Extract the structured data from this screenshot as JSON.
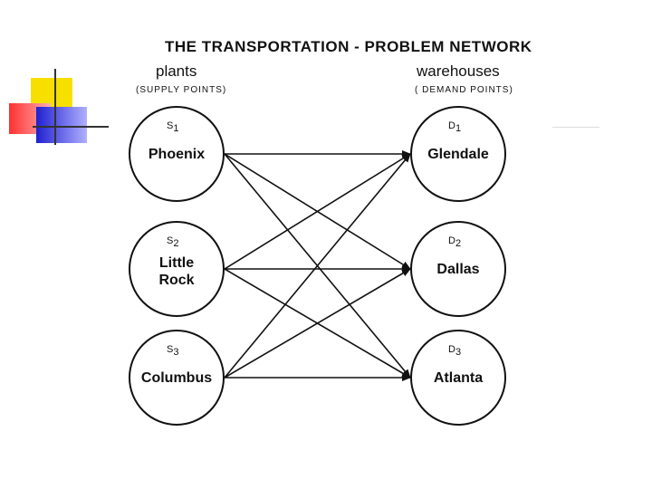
{
  "title": "THE TRANSPORTATION - PROBLEM NETWORK",
  "plants": {
    "label": "plants",
    "sub": "(SUPPLY POINTS)"
  },
  "warehouses": {
    "label": "warehouses",
    "sub": "( DEMAND POINTS)"
  },
  "sources": [
    {
      "code": "S",
      "index": "1",
      "name": "Phoenix"
    },
    {
      "code": "S",
      "index": "2",
      "name": "Little Rock"
    },
    {
      "code": "S",
      "index": "3",
      "name": "Columbus"
    }
  ],
  "destinations": [
    {
      "code": "D",
      "index": "1",
      "name": "Glendale"
    },
    {
      "code": "D",
      "index": "2",
      "name": "Dallas"
    },
    {
      "code": "D",
      "index": "3",
      "name": "Atlanta"
    }
  ],
  "edges": [
    [
      0,
      0
    ],
    [
      0,
      1
    ],
    [
      0,
      2
    ],
    [
      1,
      0
    ],
    [
      1,
      1
    ],
    [
      1,
      2
    ],
    [
      2,
      0
    ],
    [
      2,
      1
    ],
    [
      2,
      2
    ]
  ]
}
